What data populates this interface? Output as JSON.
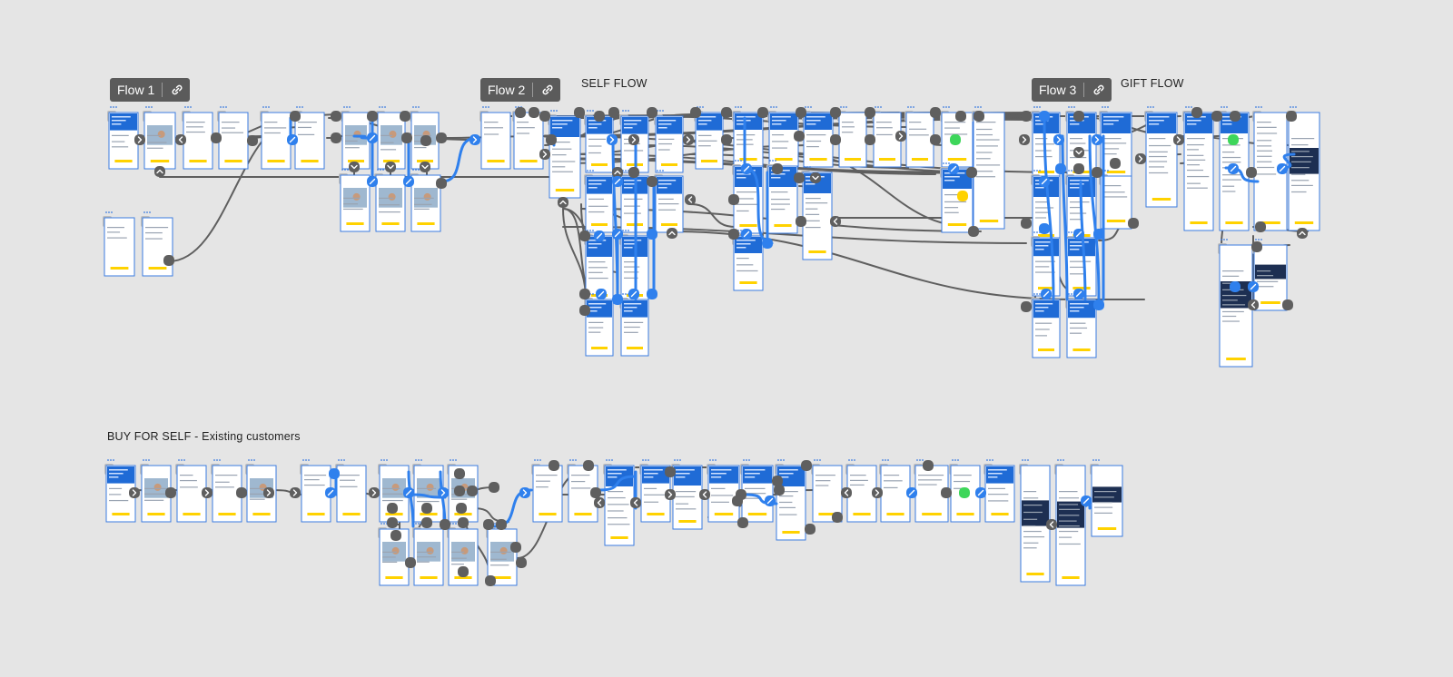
{
  "flows": [
    {
      "id": "flow-1",
      "label": "Flow 1",
      "title": ""
    },
    {
      "id": "flow-2",
      "label": "Flow 2",
      "title": "SELF FLOW"
    },
    {
      "id": "flow-3",
      "label": "Flow 3",
      "title": "GIFT FLOW"
    }
  ],
  "sections": [
    {
      "id": "existing",
      "title": "BUY FOR SELF - Existing customers"
    }
  ],
  "icons": {
    "link": "link-icon",
    "forward": "chevron-right-icon",
    "back": "chevron-left-icon",
    "up": "chevron-up-icon",
    "down": "chevron-down-icon",
    "expand": "diagonal-arrow-icon",
    "status": "status-dot-icon"
  },
  "colors": {
    "canvas": "#e5e5e5",
    "frame_border": "#3a7be0",
    "connector_gray": "#5f5f5f",
    "connector_blue": "#2f80ed",
    "header_blue": "#1f6bd6",
    "cta_yellow": "#ffd200",
    "tag_bg": "#5b5b5b",
    "success_green": "#3dd65a",
    "hotspot_gray": "#bdbdbd"
  }
}
